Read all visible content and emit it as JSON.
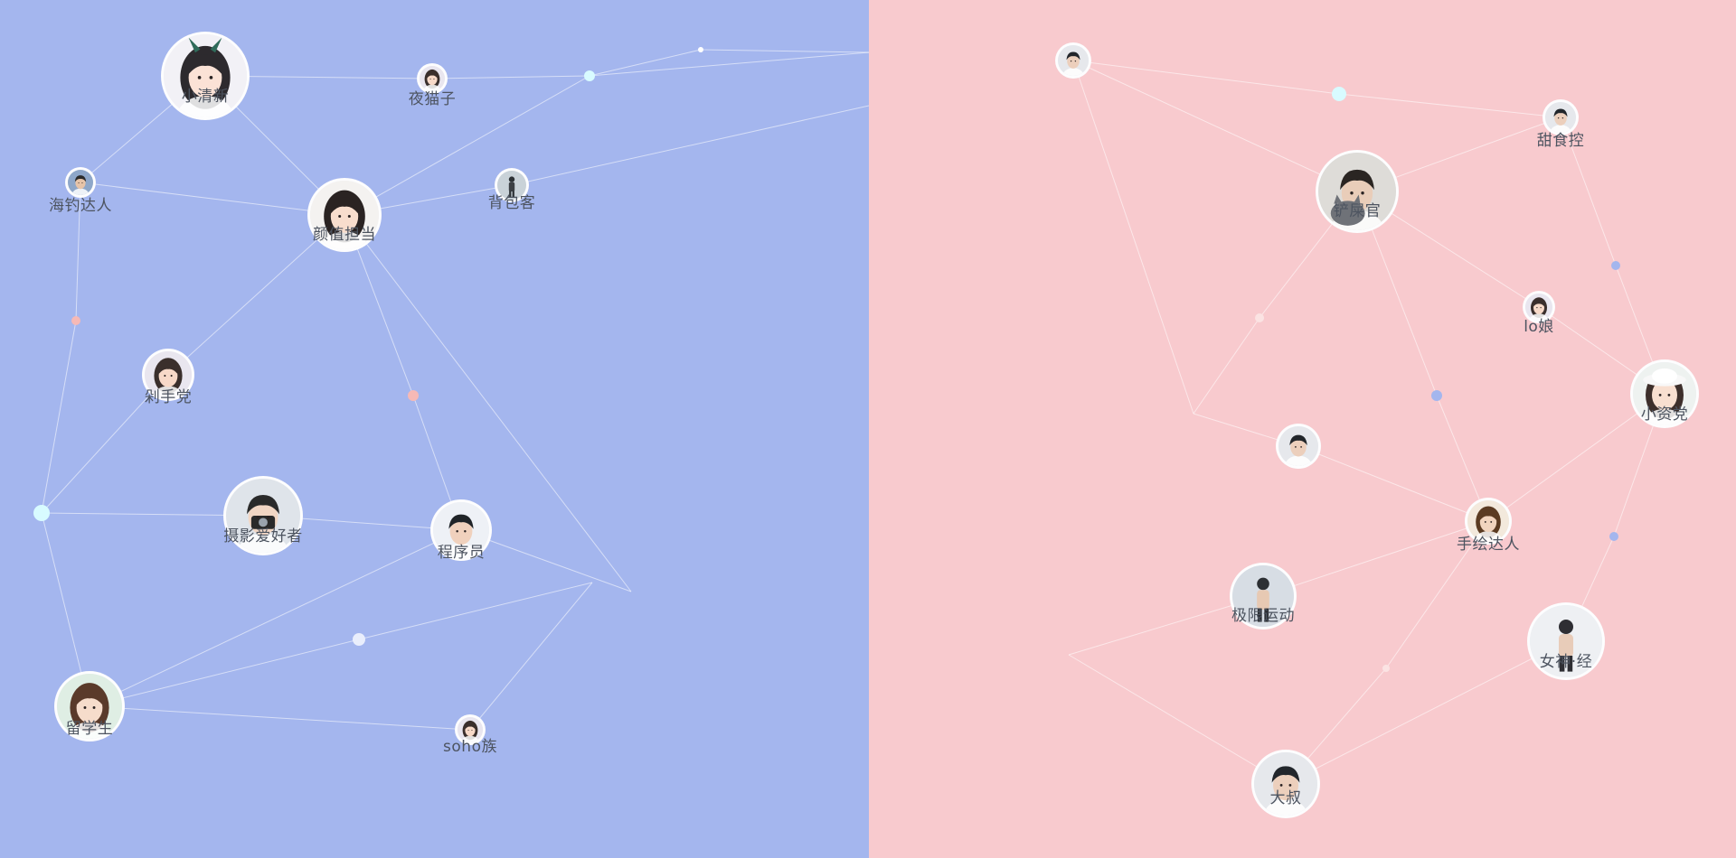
{
  "colors": {
    "left_bg": "#a4b6ee",
    "right_bg": "#f8cace",
    "line": "#ffffff",
    "label": "#4d5460"
  },
  "left_users": [
    {
      "id": "xiaoqingxin",
      "label": "小清新",
      "icon": "girl-bunny-ears-avatar"
    },
    {
      "id": "yemaozi",
      "label": "夜猫子",
      "icon": "girl-avatar"
    },
    {
      "id": "haidiao",
      "label": "海钓达人",
      "icon": "fisher-avatar"
    },
    {
      "id": "yanzhi",
      "label": "颜值担当",
      "icon": "girl-waving-avatar"
    },
    {
      "id": "beibao",
      "label": "背包客",
      "icon": "backpacker-avatar"
    },
    {
      "id": "duoshou",
      "label": "剁手党",
      "icon": "girl-avatar"
    },
    {
      "id": "sheying",
      "label": "摄影爱好者",
      "icon": "photographer-avatar"
    },
    {
      "id": "chengxuyuan",
      "label": "程序员",
      "icon": "boy-avatar"
    },
    {
      "id": "liuxuesheng",
      "label": "留学生",
      "icon": "girl-reading-avatar"
    },
    {
      "id": "soho",
      "label": "soho族",
      "icon": "girl-avatar"
    }
  ],
  "right_users": [
    {
      "id": "top-man",
      "label": "",
      "icon": "man-avatar"
    },
    {
      "id": "tianshi",
      "label": "甜食控",
      "icon": "man-avatar"
    },
    {
      "id": "chanshi",
      "label": "铲屎官",
      "icon": "man-with-cat-avatar"
    },
    {
      "id": "loniang",
      "label": "lo娘",
      "icon": "girl-avatar"
    },
    {
      "id": "xiaozi",
      "label": "小资党",
      "icon": "girl-hat-avatar"
    },
    {
      "id": "mid-man",
      "label": "",
      "icon": "man-avatar"
    },
    {
      "id": "shouhui",
      "label": "手绘达人",
      "icon": "artist-avatar"
    },
    {
      "id": "jixian",
      "label": "极限运动",
      "icon": "skater-avatar"
    },
    {
      "id": "nvshen",
      "label": "女神·经",
      "icon": "dancer-avatar"
    },
    {
      "id": "dashu",
      "label": "大叔",
      "icon": "man-avatar"
    }
  ]
}
